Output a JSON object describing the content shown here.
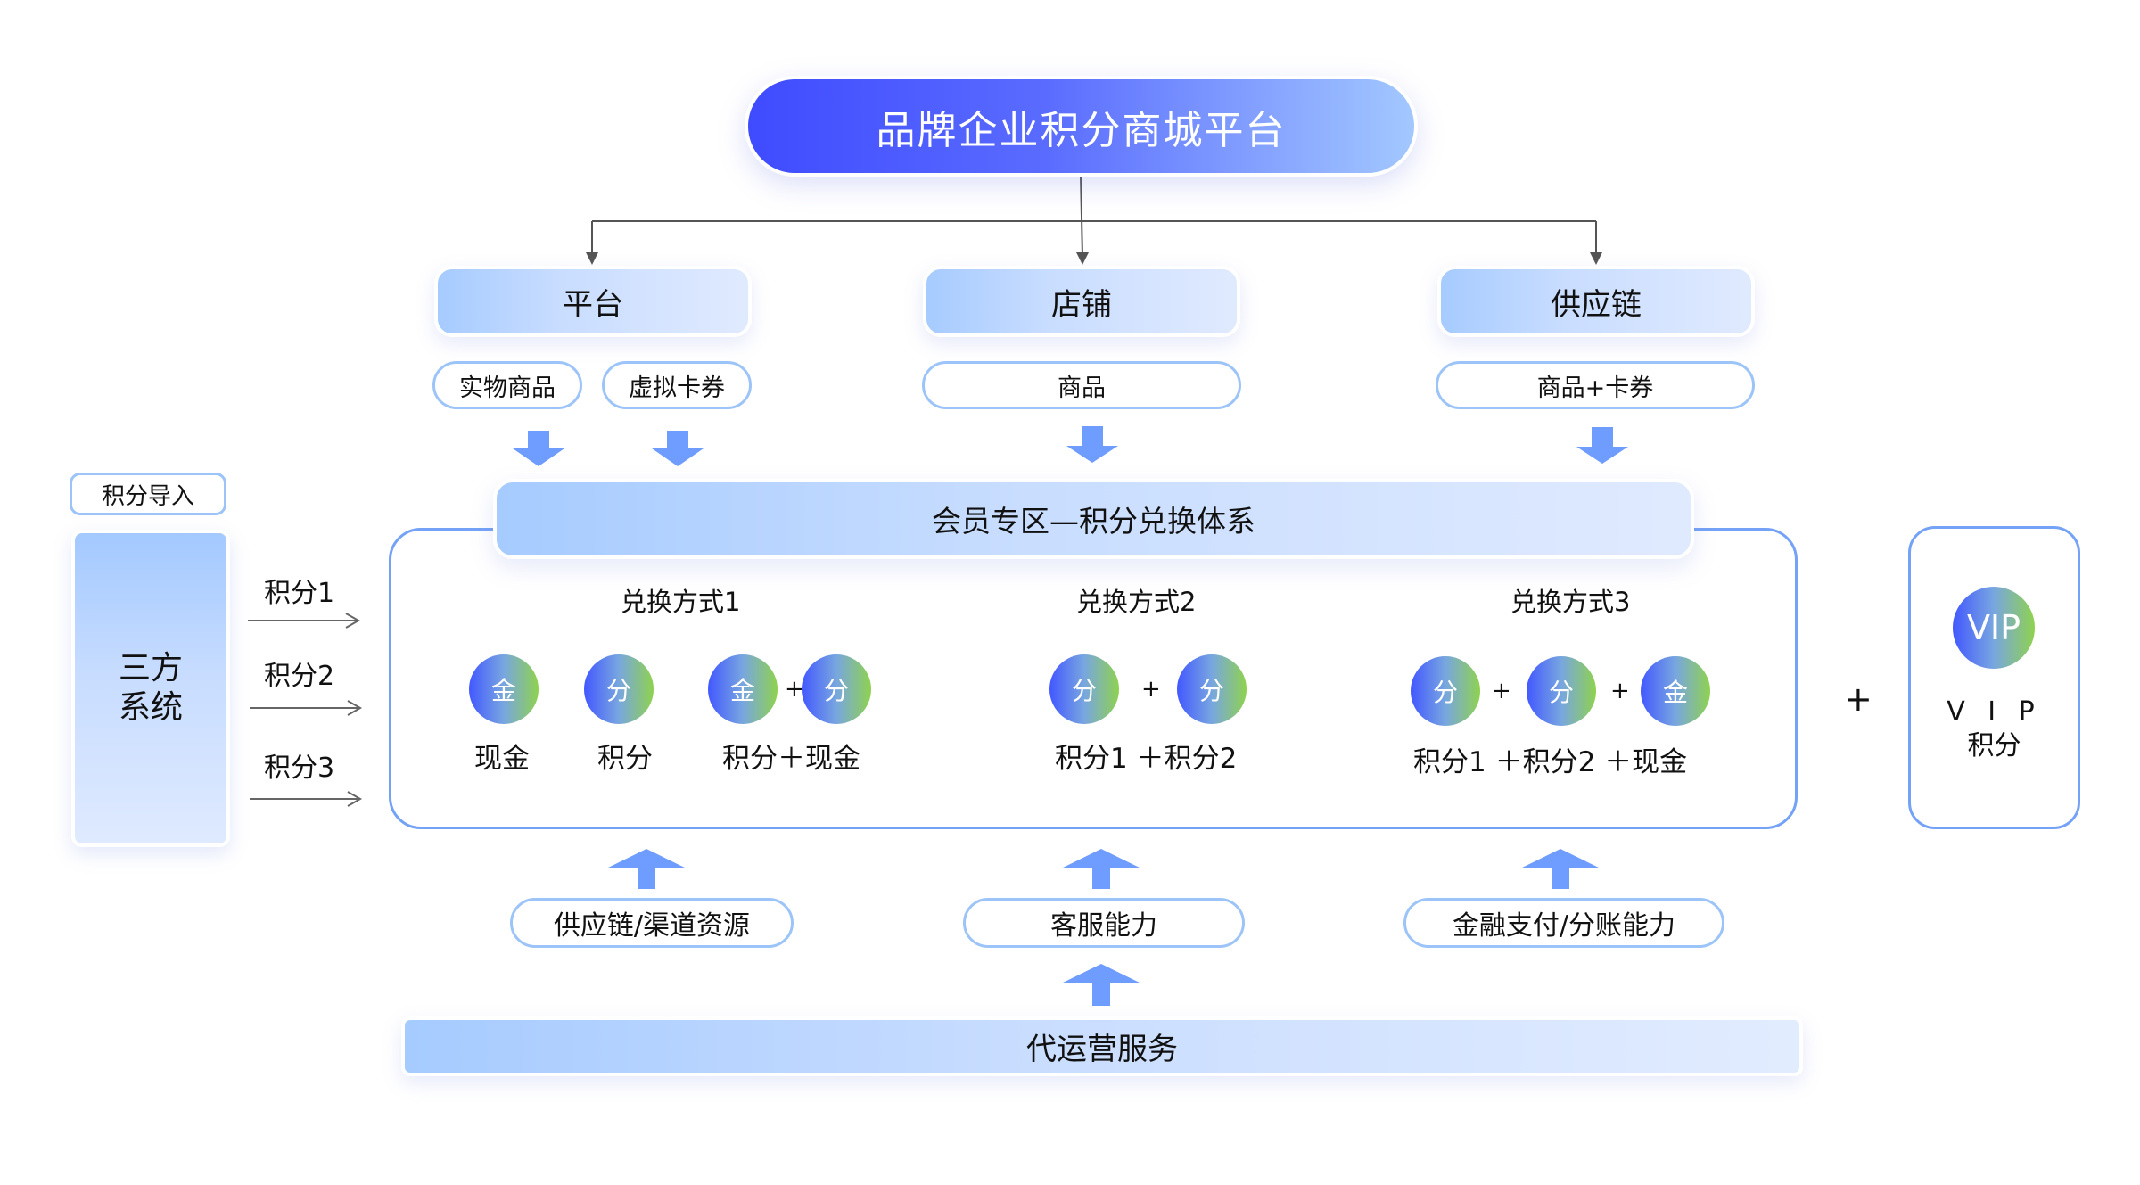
{
  "title": "品牌企业积分商城平台",
  "categories": [
    {
      "label": "平台",
      "items": [
        "实物商品",
        "虚拟卡券"
      ]
    },
    {
      "label": "店铺",
      "items": [
        "商品"
      ]
    },
    {
      "label": "供应链",
      "items": [
        "商品+卡券"
      ]
    }
  ],
  "member_zone": "会员专区—积分兑换体系",
  "import": {
    "label": "积分导入",
    "system": "三方\n系统",
    "system_line1": "三方",
    "system_line2": "系统",
    "points": [
      "积分1",
      "积分2",
      "积分3"
    ]
  },
  "methods": [
    {
      "title": "兑换方式1",
      "options": [
        {
          "coins": [
            "金"
          ],
          "caption": "现金"
        },
        {
          "coins": [
            "分"
          ],
          "caption": "积分"
        },
        {
          "coins": [
            "金",
            "分"
          ],
          "caption": "积分＋现金"
        }
      ]
    },
    {
      "title": "兑换方式2",
      "coins": [
        "分",
        "分"
      ],
      "caption": "积分1 ＋积分2"
    },
    {
      "title": "兑换方式3",
      "coins": [
        "分",
        "分",
        "金"
      ],
      "caption": "积分1 ＋积分2 ＋现金"
    }
  ],
  "plus_symbol": "+",
  "vip": {
    "badge": "VIP",
    "line1": "V I P",
    "line2": "积分"
  },
  "capabilities": [
    "供应链/渠道资源",
    "客服能力",
    "金融支付/分账能力"
  ],
  "service": "代运营服务",
  "colors": {
    "accent_blue": "#3f4bff",
    "arrow_blue": "#6f9cff",
    "border_blue": "#74a2f6",
    "coin_green": "#8fd24f"
  }
}
